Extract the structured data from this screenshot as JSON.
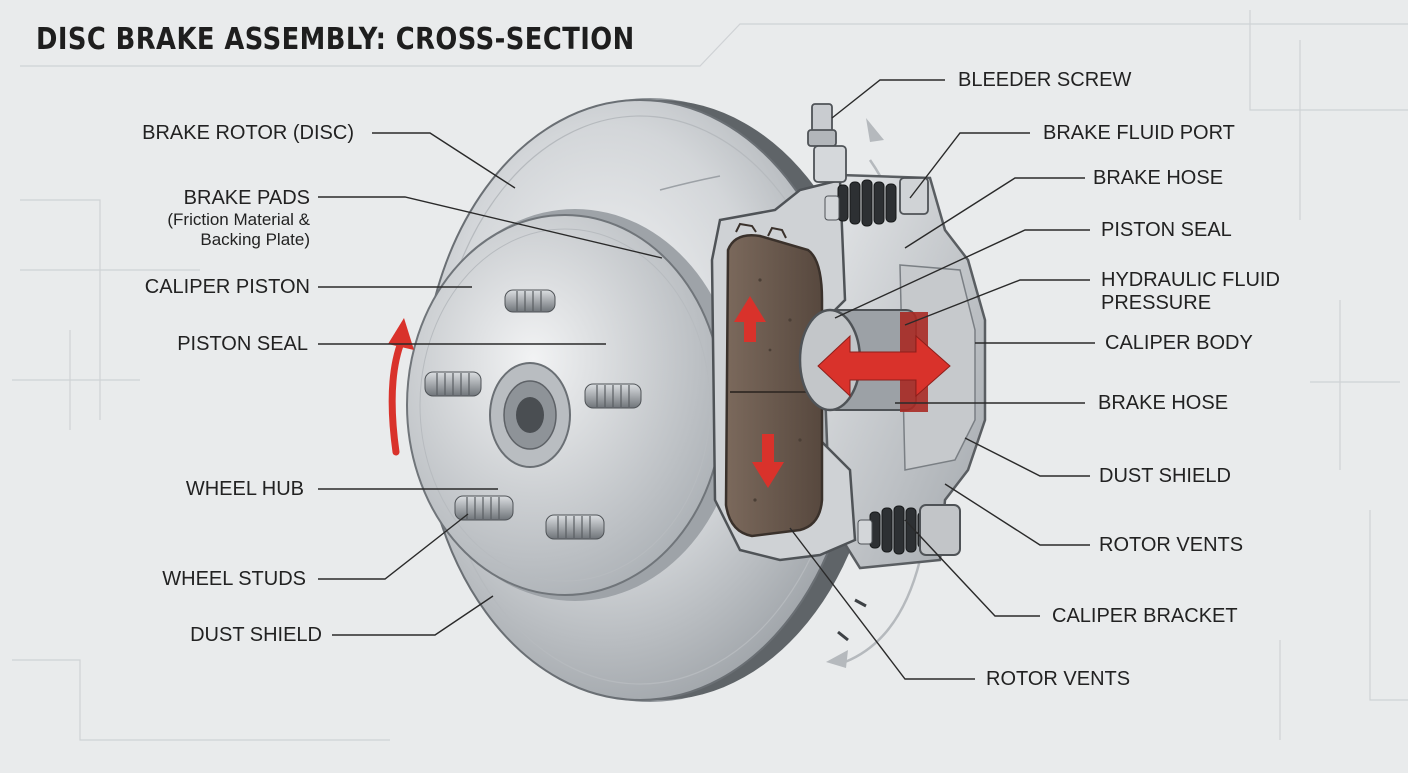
{
  "title": "DISC BRAKE ASSEMBLY: CROSS-SECTION",
  "colors": {
    "background": "#e9ebec",
    "metal_light": "#d8dadc",
    "metal_dark": "#7a7f84",
    "pad": "#6b5a4e",
    "arrow_red": "#d9322b",
    "leader": "#2a2a2a"
  },
  "labels_left": {
    "brake_rotor": "BRAKE ROTOR (DISC)",
    "brake_pads": "BRAKE PADS",
    "brake_pads_sub1": "(Friction Material &",
    "brake_pads_sub2": "Backing Plate)",
    "caliper_piston": "CALIPER PISTON",
    "piston_seal": "PISTON SEAL",
    "wheel_hub": "WHEEL HUB",
    "wheel_studs": "WHEEL STUDS",
    "dust_shield": "DUST SHIELD"
  },
  "labels_right": {
    "bleeder_screw": "BLEEDER SCREW",
    "brake_fluid_port": "BRAKE FLUID PORT",
    "brake_hose_1": "BRAKE HOSE",
    "piston_seal": "PISTON SEAL",
    "hydraulic_1": "HYDRAULIC FLUID",
    "hydraulic_2": "PRESSURE",
    "caliper_body": "CALIPER BODY",
    "brake_hose_2": "BRAKE HOSE",
    "dust_shield": "DUST SHIELD",
    "rotor_vents_1": "ROTOR VENTS",
    "caliper_bracket": "CALIPER BRACKET",
    "rotor_vents_2": "ROTOR VENTS"
  }
}
